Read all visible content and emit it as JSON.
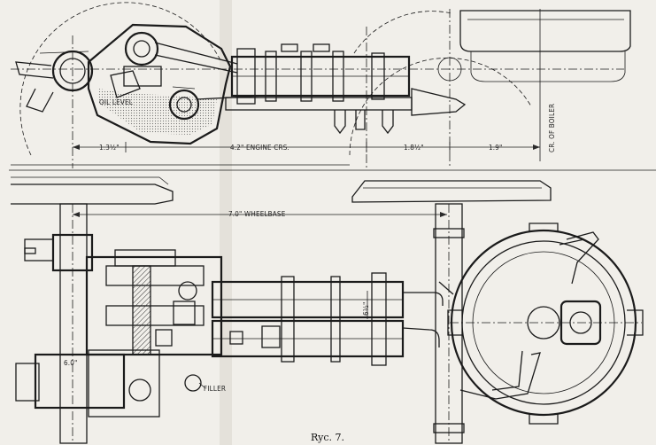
{
  "figure": {
    "caption": "Ryc. 7."
  },
  "side_view": {
    "labels": {
      "oil_level": "OIL LEVEL",
      "dim_left": "1.3½\"",
      "dim_engine": "4.2\" ENGINE CRS.",
      "dim_mid": "1.8½\"",
      "dim_right": "1.9\"",
      "boiler_center": "CR. OF BOILER"
    }
  },
  "plan_view": {
    "labels": {
      "wheelbase": "7.0\" WHEELBASE",
      "diameter": "6½\"",
      "filler": "FILLER",
      "diam_left": "6.0\""
    }
  }
}
